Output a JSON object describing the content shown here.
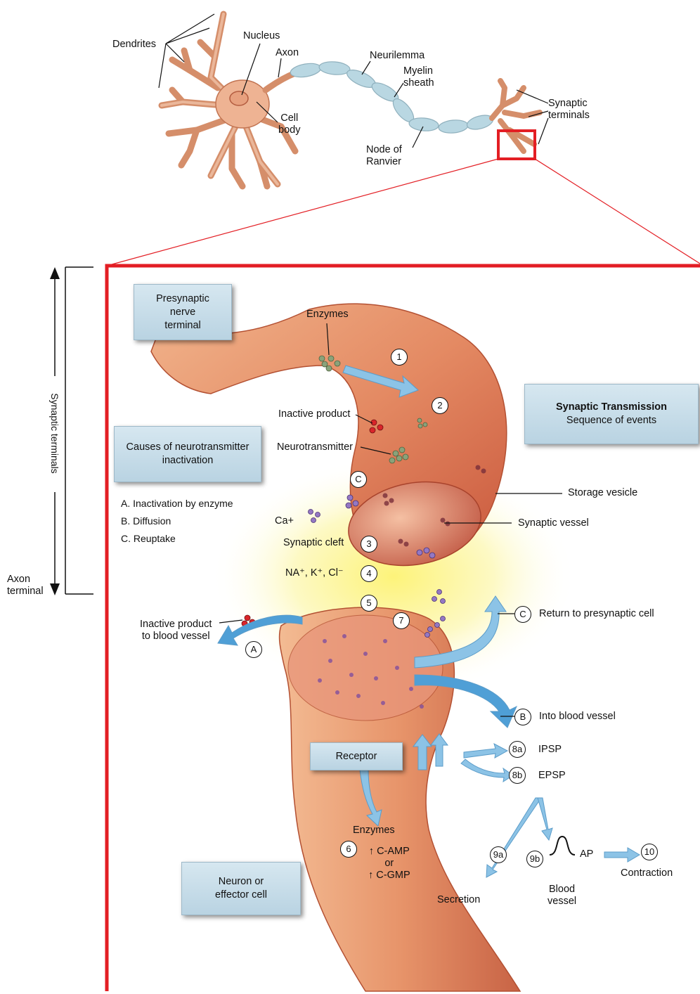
{
  "neuron": {
    "dendrites": "Dendrites",
    "nucleus": "Nucleus",
    "axon": "Axon",
    "cell_body": [
      "Cell",
      "body"
    ],
    "neurilemma": "Neurilemma",
    "myelin_sheath": [
      "Myelin",
      "sheath"
    ],
    "node_of_ranvier": [
      "Node of",
      "Ranvier"
    ],
    "synaptic_terminals": [
      "Synaptic",
      "terminals"
    ]
  },
  "side_bracket": {
    "vertical_label": "Synaptic terminals",
    "axon_terminal": [
      "Axon",
      "terminal"
    ]
  },
  "boxes": {
    "presynaptic": [
      "Presynaptic",
      "nerve",
      "terminal"
    ],
    "causes": [
      "Causes of neurotransmitter",
      "inactivation"
    ],
    "synaptic_transmission_title": "Synaptic Transmission",
    "synaptic_transmission_sub": "Sequence of events",
    "receptor": "Receptor",
    "neuron_effector": [
      "Neuron or",
      "effector cell"
    ]
  },
  "causes_list": [
    "A. Inactivation by enzyme",
    "B. Diffusion",
    "C. Reuptake"
  ],
  "labels": {
    "enzymes_top": "Enzymes",
    "inactive_product": "Inactive product",
    "neurotransmitter": "Neurotransmitter",
    "storage_vesicle": "Storage vesicle",
    "synaptic_vessel": "Synaptic vessel",
    "ca": "Ca+",
    "synaptic_cleft": "Synaptic cleft",
    "ions": "NA⁺, K⁺, Cl⁻",
    "inactive_to_blood": [
      "Inactive product",
      "to blood vessel"
    ],
    "return_presynaptic": "Return to presynaptic cell",
    "into_blood_vessel": "Into blood vessel",
    "ipsp": "IPSP",
    "epsp": "EPSP",
    "enzymes_bottom": "Enzymes",
    "camp": "C-AMP",
    "or": "or",
    "cgmp": "C-GMP",
    "ap": "AP",
    "contraction": "Contraction",
    "secretion": "Secretion",
    "blood_vessel": [
      "Blood",
      "vessel"
    ]
  },
  "steps": {
    "s1": "1",
    "s2": "2",
    "s3": "3",
    "s4": "4",
    "s5": "5",
    "s6": "6",
    "s7": "7",
    "s8a": "8a",
    "s8b": "8b",
    "s9a": "9a",
    "s9b": "9b",
    "s10": "10",
    "a": "A",
    "b": "B",
    "c_top": "C",
    "c_right": "C"
  },
  "colors": {
    "frame_red": "#e31e24",
    "neuron_fill": "#e8a584",
    "arrow_blue": "#7fb8de",
    "dark_arrow_blue": "#1b6fb4",
    "cleft_yellow": "#fdf59a"
  }
}
